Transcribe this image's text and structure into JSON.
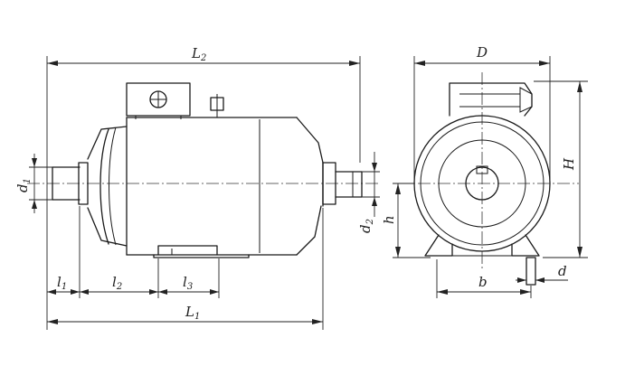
{
  "labels": {
    "L2": "L",
    "L2_sub": "2",
    "L1": "L",
    "L1_sub": "1",
    "l1": "l",
    "l1_sub": "1",
    "l2": "l",
    "l2_sub": "2",
    "l3": "l",
    "l3_sub": "3",
    "d1": "d",
    "d1_sub": "1",
    "d2": "d",
    "d2_sub": "2",
    "D": "D",
    "H": "H",
    "h": "h",
    "b": "b",
    "d": "d"
  },
  "colors": {
    "ink": "#1a1a1a",
    "paper": "#ffffff"
  }
}
